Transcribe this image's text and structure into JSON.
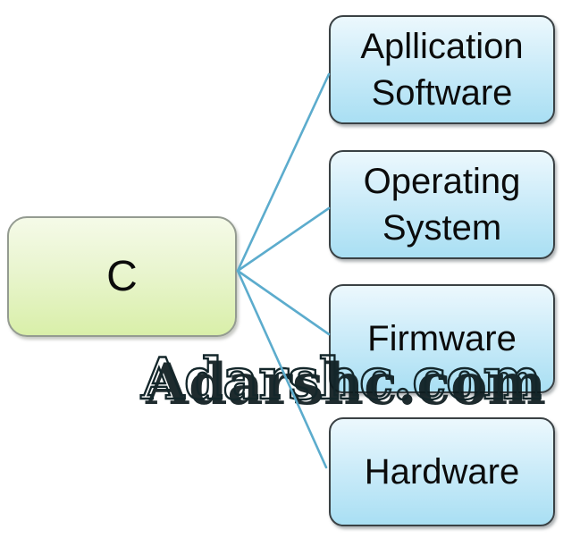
{
  "diagram": {
    "title_hint": "C language layers diagram",
    "root_label": "C",
    "children": [
      {
        "label": "Apllication Software"
      },
      {
        "label": "Operating System"
      },
      {
        "label": "Firmware"
      },
      {
        "label": "Hardware"
      }
    ],
    "watermark": "Adarshc.com",
    "colors": {
      "root_fill_top": "#f5fae8",
      "root_fill_bottom": "#d9efa9",
      "root_border": "#949b91",
      "child_fill_top": "#ecf8fd",
      "child_fill_bottom": "#a9dff3",
      "child_border": "#3a4144",
      "connector": "#5caccd",
      "text": "#0b0b0b",
      "watermark_outline": "#13262a"
    }
  }
}
